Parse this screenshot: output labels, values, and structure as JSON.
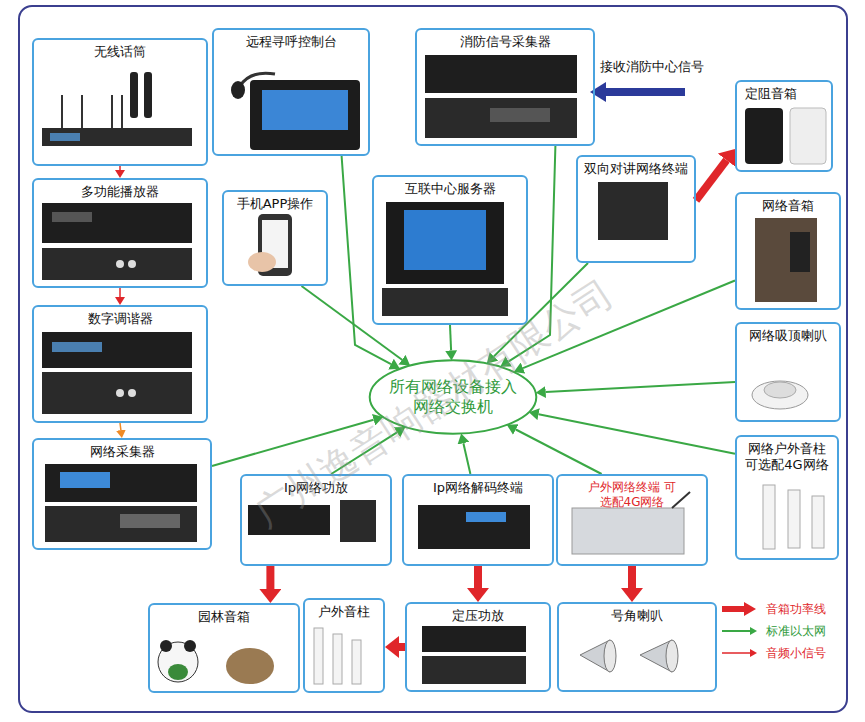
{
  "diagram": {
    "nodes": [
      {
        "text": [
          "无线话筒"
        ]
      },
      {
        "text": [
          "远程寻呼控制台"
        ]
      },
      {
        "text": [
          "消防信号采集器"
        ]
      },
      {
        "text": [
          "定阻音箱"
        ]
      },
      {
        "text": [
          "多功能播放器"
        ]
      },
      {
        "text": [
          "手机APP操作"
        ]
      },
      {
        "text": [
          "互联中心服务器"
        ]
      },
      {
        "text": [
          "双向对讲网络终端"
        ]
      },
      {
        "text": [
          "网络音箱"
        ]
      },
      {
        "text": [
          "数字调谐器"
        ]
      },
      {
        "text": [
          "所有网络设备接入 网络交换机"
        ]
      },
      {
        "text": [
          "网络吸顶喇叭"
        ]
      },
      {
        "text": [
          "网络采集器"
        ]
      },
      {
        "text": [
          "Ip网络功放"
        ]
      },
      {
        "text": [
          "Ip网络解码终端"
        ]
      },
      {
        "text": [
          "户外网络终端 可选配4G网络"
        ]
      },
      {
        "text": [
          "网络户外音柱 可选配4G网络"
        ]
      },
      {
        "text": [
          "园林音箱"
        ]
      },
      {
        "text": [
          "户外音柱"
        ]
      },
      {
        "text": [
          "定压功放"
        ]
      },
      {
        "text": [
          "号角喇叭"
        ]
      }
    ],
    "edges": [
      {
        "from": 0,
        "to": 4,
        "arrow": "to"
      },
      {
        "from": 4,
        "to": 9,
        "arrow": "to"
      },
      {
        "from": 9,
        "to": 12,
        "arrow": "to"
      },
      {
        "from": 1,
        "to": 10,
        "arrow": "to"
      },
      {
        "from": 2,
        "to": 10,
        "arrow": "to"
      },
      {
        "from": 5,
        "to": 10,
        "arrow": "to"
      },
      {
        "from": 6,
        "to": 10,
        "arrow": "to"
      },
      {
        "from": 7,
        "to": 10,
        "arrow": "to"
      },
      {
        "from": 8,
        "to": 10,
        "arrow": "to"
      },
      {
        "from": 11,
        "to": 10,
        "arrow": "to"
      },
      {
        "from": 12,
        "to": 10,
        "arrow": "to"
      },
      {
        "from": 16,
        "to": 10,
        "arrow": "to"
      },
      {
        "from": 13,
        "to": 10,
        "arrow": "to"
      },
      {
        "from": 14,
        "to": 10,
        "arrow": "to"
      },
      {
        "from": 15,
        "to": 10,
        "arrow": "to"
      },
      {
        "from": 7,
        "to": 3,
        "arrow": "to"
      },
      {
        "from": 13,
        "to": 17,
        "arrow": "to"
      },
      {
        "from": 14,
        "to": 19,
        "arrow": "to"
      },
      {
        "from": 19,
        "to": 18,
        "arrow": "to"
      },
      {
        "from": 15,
        "to": 20,
        "arrow": "to"
      }
    ],
    "labels": [
      "接收消防中心信号",
      "广州逸音响器材有限公司"
    ],
    "legend": [
      {
        "text": "音箱功率线"
      },
      {
        "text": "标准以太网"
      },
      {
        "text": "音频小信号"
      }
    ]
  }
}
